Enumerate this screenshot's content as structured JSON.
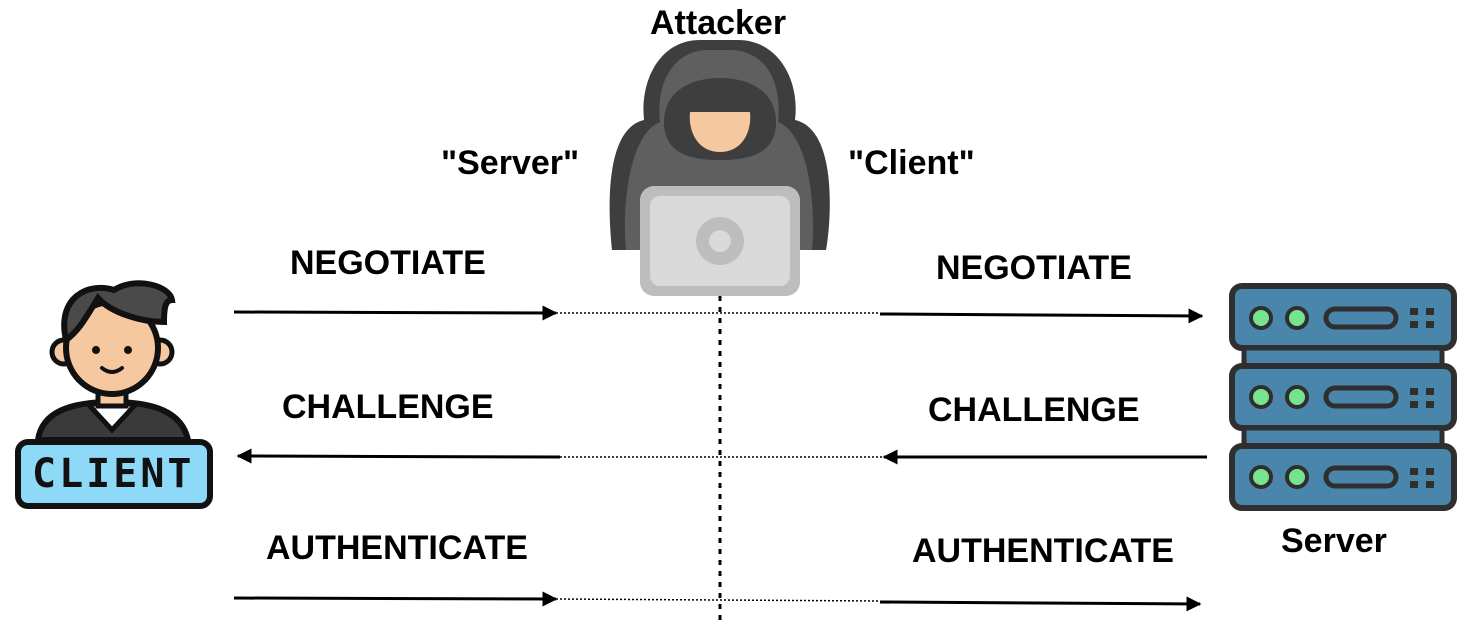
{
  "actors": {
    "attacker": {
      "label": "Attacker",
      "left_alias": "\"Server\"",
      "right_alias": "\"Client\""
    },
    "client": {
      "badge": "CLIENT"
    },
    "server": {
      "label": "Server"
    }
  },
  "messages": {
    "left": [
      {
        "label": "NEGOTIATE",
        "direction": "right"
      },
      {
        "label": "CHALLENGE",
        "direction": "left"
      },
      {
        "label": "AUTHENTICATE",
        "direction": "right"
      }
    ],
    "right": [
      {
        "label": "NEGOTIATE",
        "direction": "right"
      },
      {
        "label": "CHALLENGE",
        "direction": "left"
      },
      {
        "label": "AUTHENTICATE",
        "direction": "right"
      }
    ]
  },
  "colors": {
    "hood": "#5f5f5f",
    "hood_dark": "#3e3e3e",
    "skin": "#f6c8a0",
    "laptop": "#d9d9d9",
    "badge": "#8fd9f8",
    "server_blue": "#4a86ab",
    "server_dark": "#2f2f2f",
    "server_light": "#78e38f"
  }
}
